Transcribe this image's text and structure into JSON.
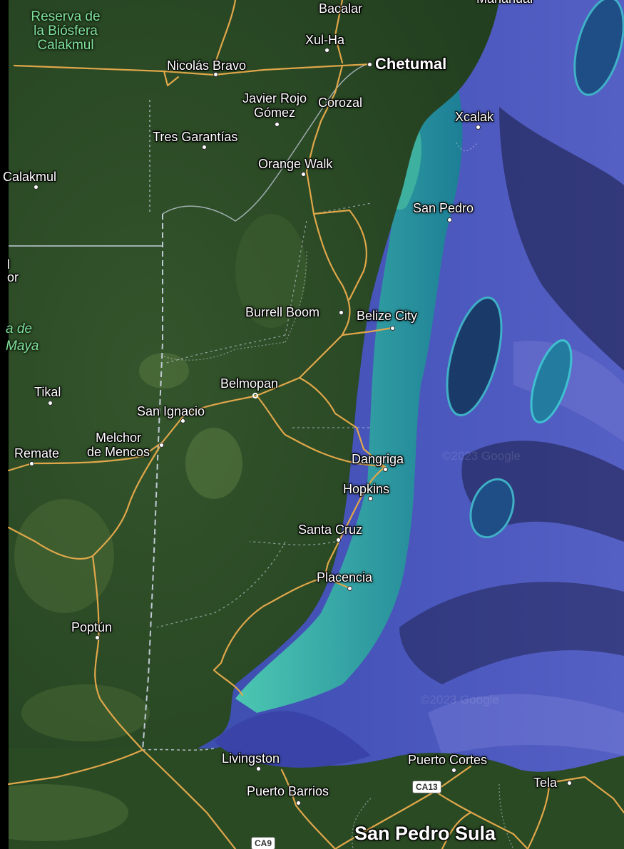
{
  "map": {
    "colors": {
      "land": "#2b4a26",
      "land_dark": "#1f3a1c",
      "land_light": "#4a6a3a",
      "reef": "#3fb8a6",
      "shallow": "#1f8a96",
      "sea": "#3f4fb0",
      "deep_sea": "#2a2f7a",
      "road": "#e0a74a",
      "border": "#cfd6e8"
    }
  },
  "labels": {
    "bacalar": "Bacalar",
    "xulha": "Xul-Ha",
    "chetumal": "Chetumal",
    "mahahual": "Mahahual",
    "reserva": [
      "Reserva de",
      "la Biósfera",
      "Calakmul"
    ],
    "nicolas_bravo": "Nicolás Bravo",
    "javier_rojo": [
      "Javier Rojo",
      "Gómez"
    ],
    "corozal": "Corozal",
    "xcalak": "Xcalak",
    "tres_garantias": "Tres Garantías",
    "calakmul": "Calakmul",
    "orange_walk": "Orange Walk",
    "san_pedro": "San Pedro",
    "partial_1": [
      "l",
      "or"
    ],
    "partial_maya": [
      "a de",
      "Maya"
    ],
    "burrell_boom": "Burrell Boom",
    "belize_city": "Belize City",
    "tikal": "Tikal",
    "belmopan": "Belmopan",
    "san_ignacio": "San Ignacio",
    "melchor": [
      "Melchor",
      "de Mencos"
    ],
    "remate": "Remate",
    "dangriga": "Dangriga",
    "hopkins": "Hopkins",
    "santa_cruz": "Santa Cruz",
    "placencia": "Placencia",
    "poptun": "Poptún",
    "livingston": "Livingston",
    "puerto_cortes": "Puerto Cortes",
    "tela": "Tela",
    "puerto_barrios": "Puerto Barrios",
    "san_pedro_sula": "San Pedro Sula"
  },
  "shields": {
    "ca13": "CA13",
    "ca9": "CA9"
  },
  "watermarks": {
    "w1": "©2023 Google",
    "w2": "©2023 Google"
  }
}
